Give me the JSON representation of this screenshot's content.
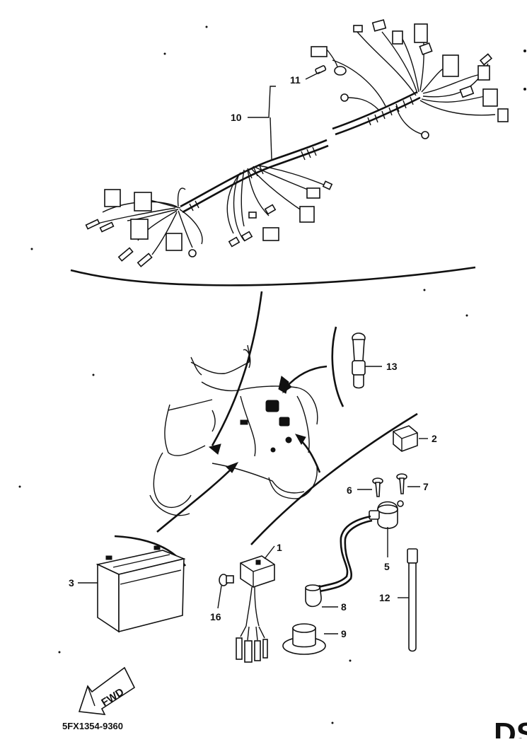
{
  "callouts": [
    {
      "id": "c1",
      "text": "1"
    },
    {
      "id": "c2",
      "text": "2"
    },
    {
      "id": "c3",
      "text": "3"
    },
    {
      "id": "c5",
      "text": "5"
    },
    {
      "id": "c6",
      "text": "6"
    },
    {
      "id": "c7",
      "text": "7"
    },
    {
      "id": "c8",
      "text": "8"
    },
    {
      "id": "c9",
      "text": "9"
    },
    {
      "id": "c10",
      "text": "10"
    },
    {
      "id": "c11",
      "text": "11"
    },
    {
      "id": "c12",
      "text": "12"
    },
    {
      "id": "c13",
      "text": "13"
    },
    {
      "id": "c16",
      "text": "16"
    }
  ],
  "fwd_label": "FWD",
  "drawing_code": "5FX1354-9360",
  "corner_mark": "DS"
}
